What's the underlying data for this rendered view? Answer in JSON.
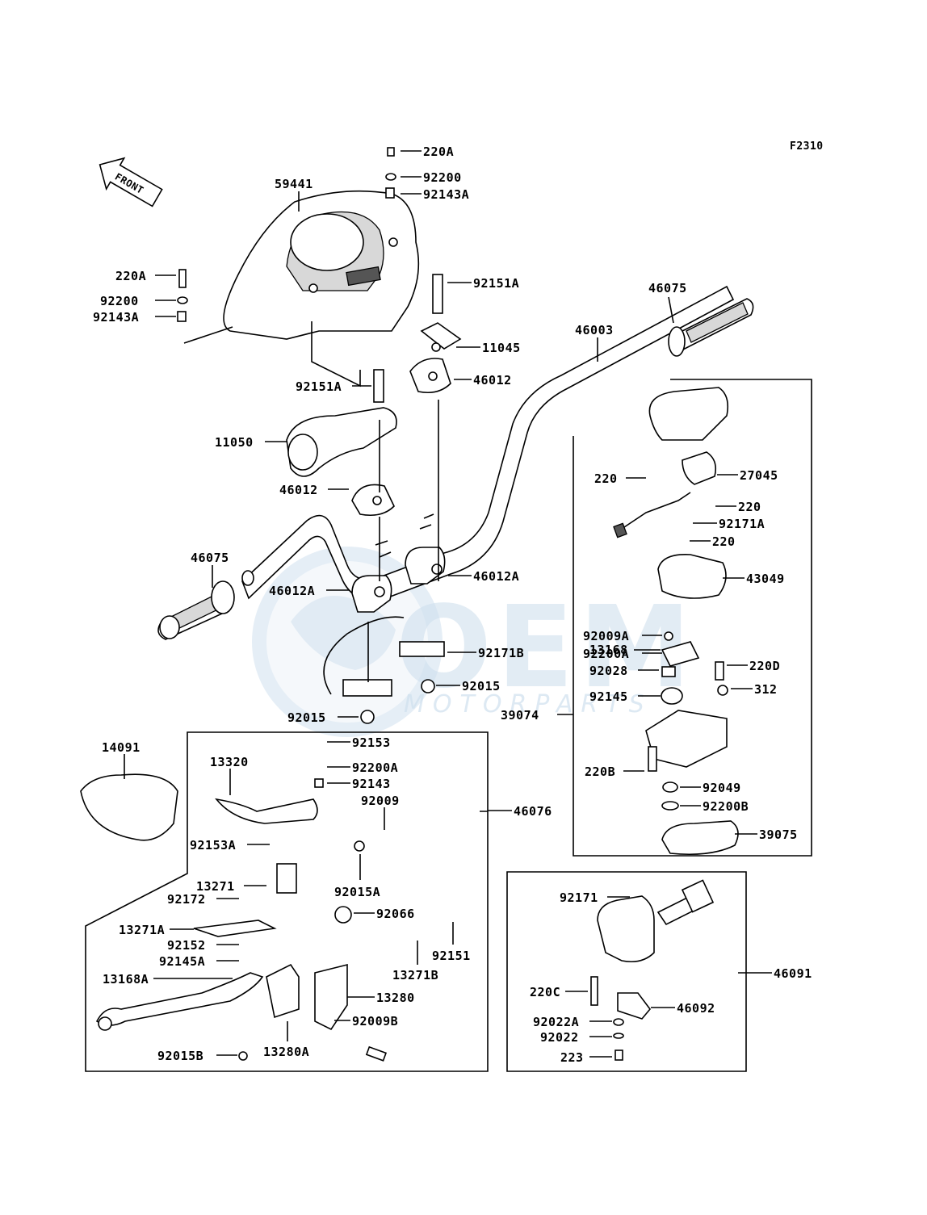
{
  "figure_code": "F2310",
  "direction_label": "FRONT",
  "watermark": {
    "brand": "OEM",
    "sub": "MOTORPARTS",
    "color": "#b8d3e8"
  },
  "callouts": {
    "c220A_top": "220A",
    "c92200_top": "92200",
    "c92143A_top": "92143A",
    "c59441": "59441",
    "c220A_left": "220A",
    "c92200_left": "92200",
    "c92143A_left": "92143A",
    "c92151A_right": "92151A",
    "c11045": "11045",
    "c46012_top": "46012",
    "c46075_right": "46075",
    "c46003": "46003",
    "c92151A_left": "92151A",
    "c11050": "11050",
    "c46012_mid": "46012",
    "c46075_left": "46075",
    "c46012A_right": "46012A",
    "c46012A_left": "46012A",
    "c92171B": "92171B",
    "c92015_right": "92015",
    "c92015_low": "92015",
    "c27045": "27045",
    "c220_a": "220",
    "c220_b": "220",
    "c92171A": "92171A",
    "c220_c": "220",
    "c43049": "43049",
    "c92009A": "92009A",
    "c92200A_r": "92200A",
    "c13168": "13168",
    "c92028": "92028",
    "c220D": "220D",
    "c92145": "92145",
    "c312": "312",
    "c39074": "39074",
    "c220B": "220B",
    "c92049": "92049",
    "c92200B": "92200B",
    "c39075": "39075",
    "c14091": "14091",
    "c13320": "13320",
    "c92153": "92153",
    "c92200A_l": "92200A",
    "c92143": "92143",
    "c92009": "92009",
    "c46076": "46076",
    "c92153A": "92153A",
    "c13271": "13271",
    "c92015A": "92015A",
    "c92172": "92172",
    "c92066": "92066",
    "c13271A": "13271A",
    "c92151": "92151",
    "c92152": "92152",
    "c92145A": "92145A",
    "c13271B": "13271B",
    "c13168A": "13168A",
    "c13280": "13280",
    "c92009B": "92009B",
    "c92015B": "92015B",
    "c13280A": "13280A",
    "c92171": "92171",
    "c46091": "46091",
    "c220C": "220C",
    "c46092": "46092",
    "c92022A": "92022A",
    "c92022": "92022",
    "c223": "223"
  }
}
